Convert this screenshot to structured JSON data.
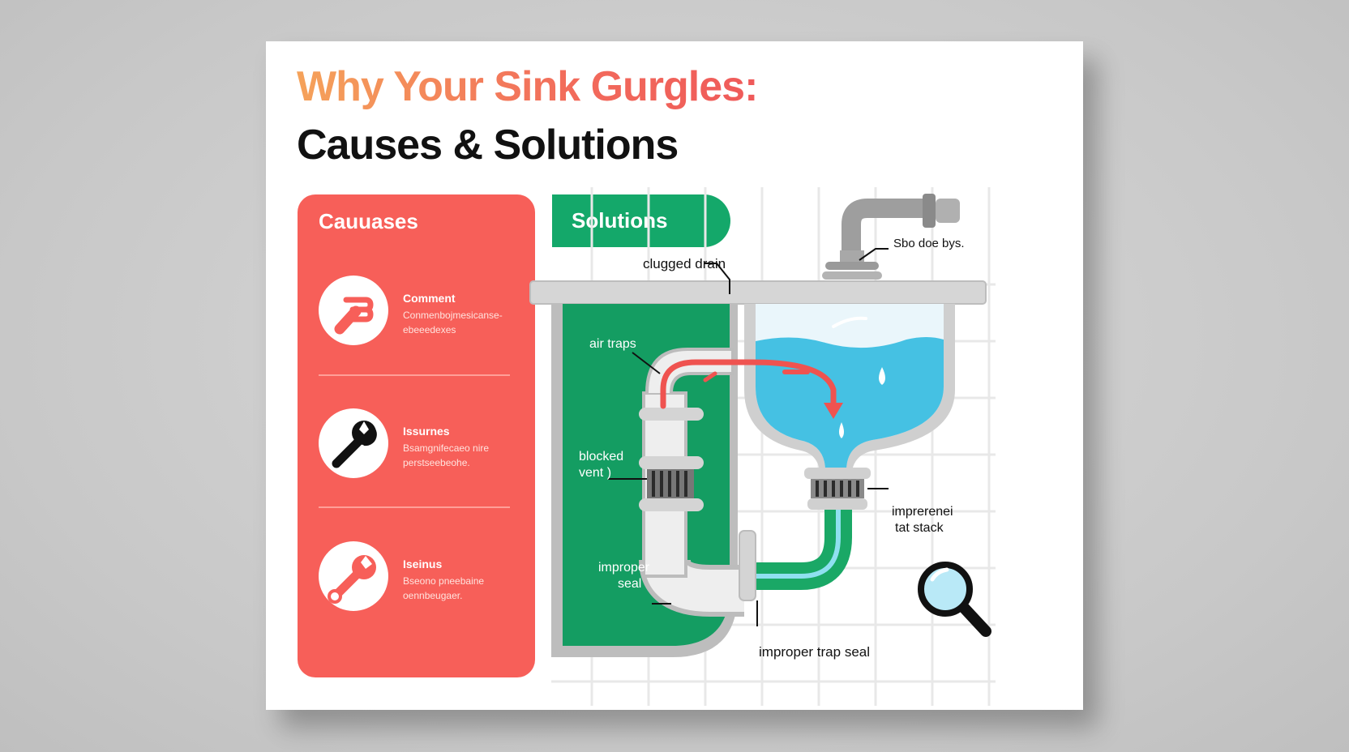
{
  "title": {
    "line1": "Why Your Sink Gurgles:",
    "line2": "Causes & Solutions"
  },
  "causes": {
    "heading": "Cauuases",
    "items": [
      {
        "name": "Comment",
        "desc": "Conmenbojmesicanse- ebeeedexes",
        "icon": "pipe-wrench-icon"
      },
      {
        "name": "Issurnes",
        "desc": "Bsamgnifecaeo nire perstseebeohe.",
        "icon": "wrench-icon"
      },
      {
        "name": "Iseinus",
        "desc": "Bseono pneebaine oennbeugaer.",
        "icon": "spanner-icon"
      }
    ]
  },
  "solutions": {
    "heading": "Solutions"
  },
  "diagram": {
    "labels": {
      "clogged_drain": "clugged drain",
      "top_right": "Sbo doe bys.",
      "air_traps": "air traps",
      "blocked_vent_1": "blocked",
      "blocked_vent_2": "vent )",
      "improper_seal_1": "improper",
      "improper_seal_2": "seal",
      "improper_stack_1": "imprerenei",
      "improper_stack_2": "tat stack",
      "trap_seal": "improper trap seal"
    },
    "icons": [
      "magnifier-icon",
      "water-drop-icon",
      "flow-arrow-icon"
    ],
    "colors": {
      "causes": "#f75f59",
      "solutions": "#14a86a",
      "water": "#45c1e3",
      "pipe": "#d9d9d9",
      "arrow": "#ef5350"
    }
  }
}
